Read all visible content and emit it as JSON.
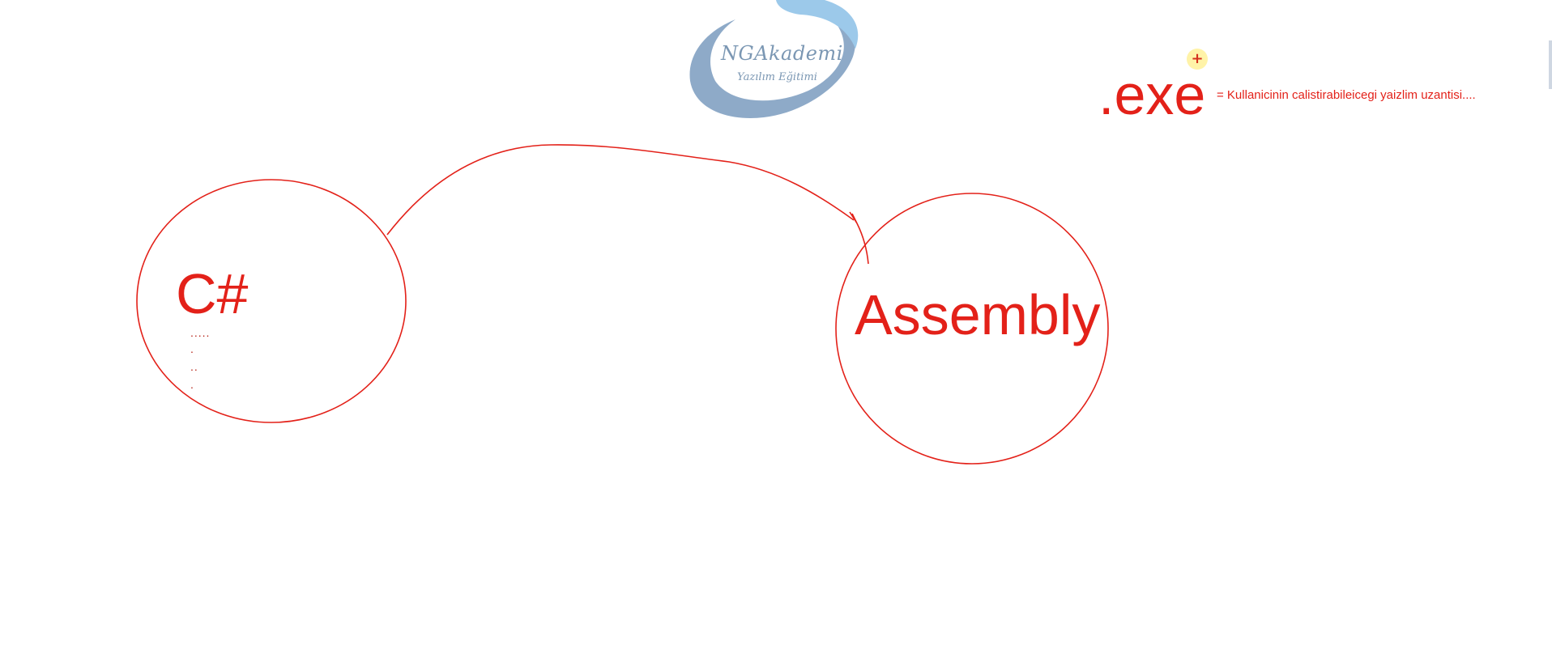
{
  "logo": {
    "title": "NGAkademi",
    "subtitle": "Yazılım Eğitimi"
  },
  "diagram": {
    "source_label": "C#",
    "source_dots": [
      ".....",
      ".",
      "..",
      "."
    ],
    "target_label": "Assembly",
    "exe_label": ".exe",
    "exe_description": "= Kullanicinin calistirabileicegi yaizlim uzantisi...."
  },
  "cursor": {
    "icon": "plus-cursor-icon",
    "glyph": "+"
  },
  "colors": {
    "ink": "#e32119",
    "logo_blue": "#7b97b3",
    "logo_swoosh_light": "#9cc9ea",
    "logo_swoosh_dark": "#7d9bbf",
    "background": "#ffffff"
  }
}
